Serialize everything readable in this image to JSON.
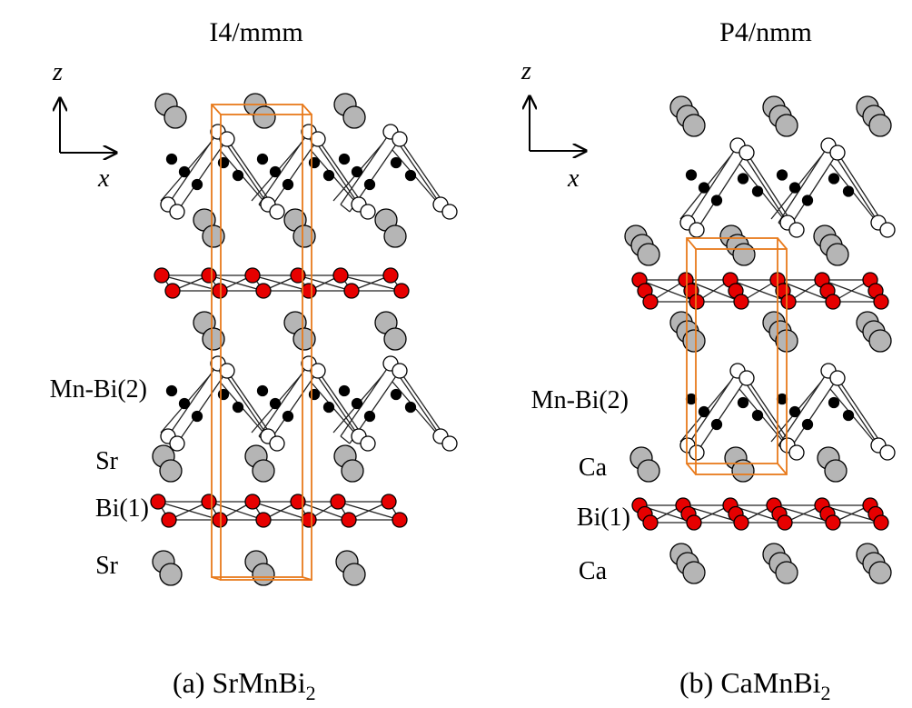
{
  "colors": {
    "ca_sr_atom": "#b5b5b5",
    "bi1_atom": "#e60000",
    "bi2_atom": "#ffffff",
    "mn_atom": "#000000",
    "unit_cell": "#e87a1c"
  },
  "panel_a": {
    "space_group": "I4/mmm",
    "axis_z": "z",
    "axis_x": "x",
    "label_mn_bi2": "Mn-Bi(2)",
    "label_sr_upper": "Sr",
    "label_bi1": "Bi(1)",
    "label_sr_lower": "Sr",
    "caption_prefix": "(a) SrMnBi",
    "caption_sub": "2"
  },
  "panel_b": {
    "space_group": "P4/nmm",
    "axis_z": "z",
    "axis_x": "x",
    "label_mn_bi2": "Mn-Bi(2)",
    "label_ca_upper": "Ca",
    "label_bi1": "Bi(1)",
    "label_ca_lower": "Ca",
    "caption_prefix": "(b) CaMnBi",
    "caption_sub": "2"
  }
}
